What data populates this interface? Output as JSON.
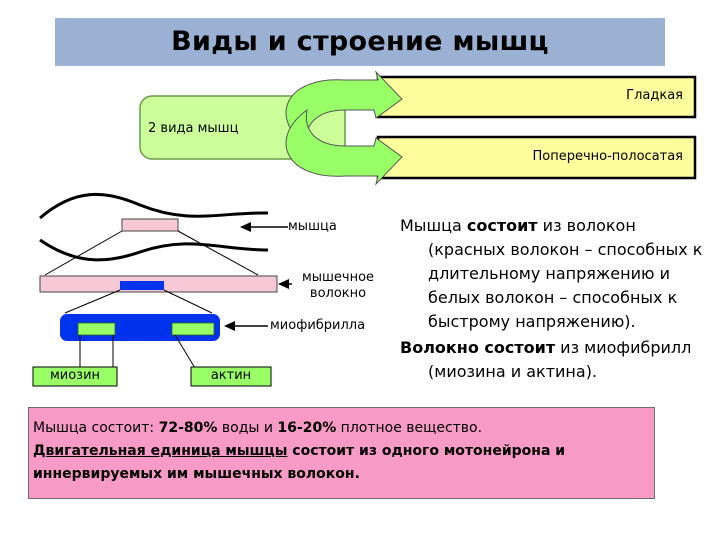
{
  "title": "Виды и строение мышц",
  "types": {
    "center_label": "2 вида мышц",
    "smooth": "Гладкая",
    "striated": "Поперечно-полосатая"
  },
  "structure": {
    "muscle": "мышца",
    "fiber_line1": "мышечное",
    "fiber_line2": "волокно",
    "myofibril": "миофибрилла",
    "myosin": "миозин",
    "actin": "актин"
  },
  "description": {
    "p1_pre": "Мышца ",
    "p1_bold": "состоит",
    "p1_post": " из волокон (красных волокон – способных к длительному напряжению и белых волокон – способных к быстрому напряжению).",
    "p2_bold": "Волокно состоит",
    "p2_post": " из миофибрилл (миозина и актина)."
  },
  "note": {
    "l1_pre": "Мышца состоит: ",
    "l1_b1": "72-80%",
    "l1_mid": " воды и ",
    "l1_b2": "16-20%",
    "l1_post": " плотное вещество.",
    "l2_underlined": "Двигательная единица мышцы",
    "l2_rest": " состоит из одного мотонейрона и иннервируемых  им мышечных волокон."
  },
  "colors": {
    "title_bar": "#9bb1d3",
    "type_box": "#fdfd9e",
    "center_box": "#ccff99",
    "arrow": "#99ff66",
    "fiber": "#f7c8d5",
    "myofibril": "#0033ee",
    "filament": "#99ff66",
    "note_box": "#f79ac6"
  }
}
